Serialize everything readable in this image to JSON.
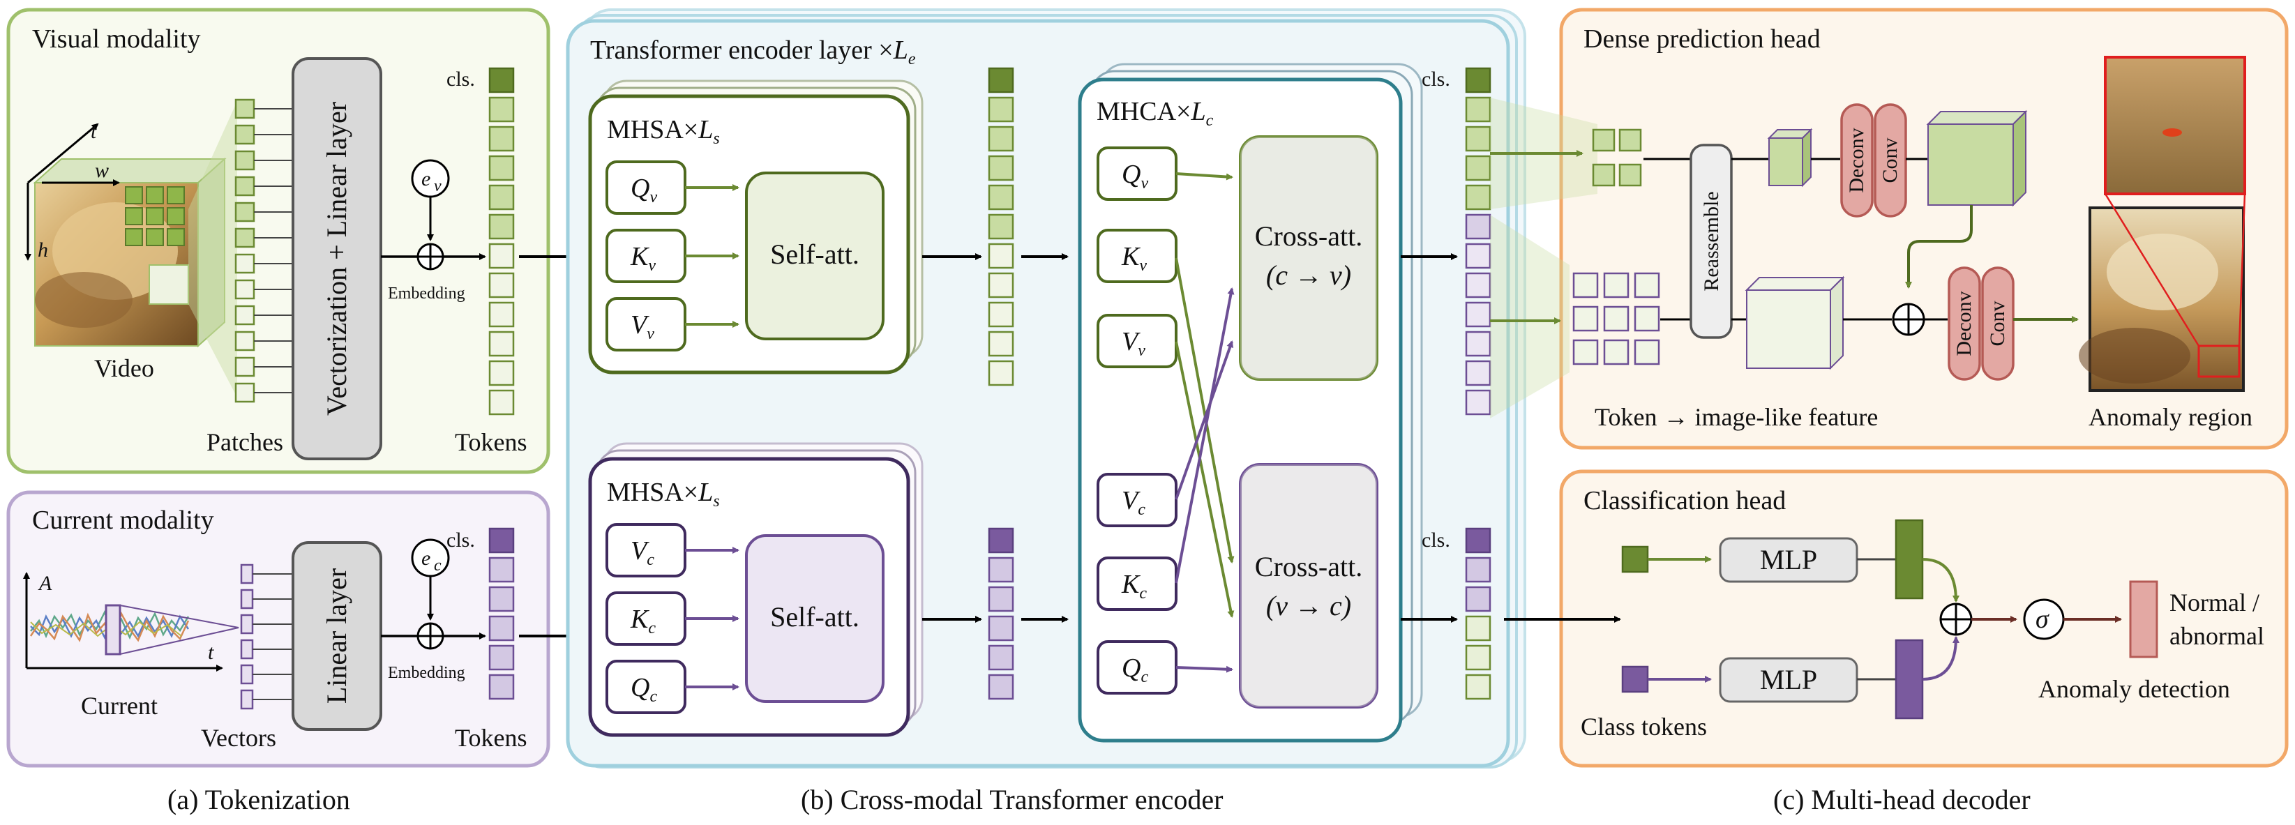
{
  "visual": {
    "title": "Visual modality",
    "t_axis": "t",
    "w_axis": "w",
    "h_axis": "h",
    "video_label": "Video",
    "patches_label": "Patches",
    "linear_label": "Vectorization + Linear layer",
    "ev": "e",
    "ev_sub": "v",
    "embedding": "Embedding",
    "cls": "cls.",
    "tokens": "Tokens"
  },
  "current": {
    "title": "Current modality",
    "a_axis": "A",
    "t_axis": "t",
    "current_label": "Current",
    "vectors_label": "Vectors",
    "linear_label": "Linear layer",
    "ec": "e",
    "ec_sub": "c",
    "embedding": "Embedding",
    "cls": "cls.",
    "tokens": "Tokens"
  },
  "encoder": {
    "title": "Transformer encoder layer ×",
    "title_L": "L",
    "title_sub": "e",
    "mhsa_top": "MHSA×",
    "mhsa_L": "L",
    "mhsa_sub": "s",
    "mhsa_bottom": "MHSA×",
    "qv": "Q",
    "kv": "K",
    "vv": "V",
    "vc": "V",
    "kc": "K",
    "qc": "Q",
    "sub_v": "v",
    "sub_c": "c",
    "self_att": "Self-att.",
    "mhca": "MHCA×",
    "mhca_L": "L",
    "mhca_sub": "c",
    "cross1_a": "Cross-att.",
    "cross1_b": "(c → v)",
    "cross2_a": "Cross-att.",
    "cross2_b": "(v → c)",
    "cls": "cls."
  },
  "dense": {
    "title": "Dense prediction head",
    "reassemble": "Reassemble",
    "deconv": "Deconv",
    "conv": "Conv",
    "token_label": "Token → image-like feature",
    "anomaly_region": "Anomaly region"
  },
  "classification": {
    "title": "Classification head",
    "mlp": "MLP",
    "class_tokens": "Class tokens",
    "sigma": "σ",
    "normal": "Normal /",
    "abnormal": "abnormal",
    "anomaly_detection": "Anomaly detection"
  },
  "captions": {
    "a": "(a)  Tokenization",
    "b": "(b)  Cross-modal Transformer encoder",
    "c": "(c)  Multi-head decoder"
  },
  "colors": {
    "green_panel_border": "#9fc06b",
    "green_panel_fill": "#f8faef",
    "purple_panel_border": "#b8a6cf",
    "purple_panel_fill": "#f7f3fa",
    "blue_panel_border": "#9fd0de",
    "blue_panel_fill": "#eef6f9",
    "orange_panel_border": "#f2a868",
    "orange_panel_fill": "#fdf6ec",
    "green_dark": "#5a7a2a",
    "green_light": "#c8dca2",
    "purple_dark": "#5a3f7f",
    "purple_light": "#d3c8e3",
    "deconv_fill": "#e3a8a3",
    "deconv_border": "#b55a55"
  }
}
